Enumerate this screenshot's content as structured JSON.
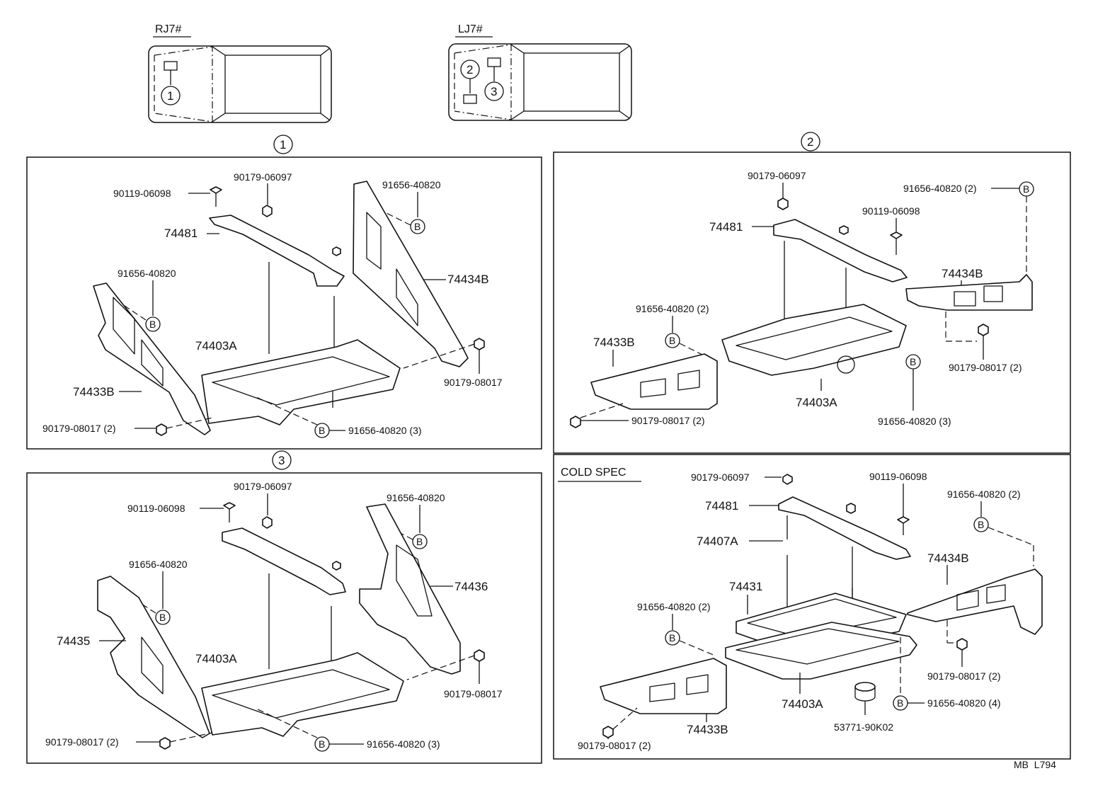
{
  "overview": {
    "rj_label": "RJ7#",
    "lj_label": "LJ7#",
    "rj_marker": "1",
    "lj_marker_a": "2",
    "lj_marker_b": "3"
  },
  "sections": {
    "s1": {
      "badge": "1",
      "labels": {
        "bolt": "90119-06098",
        "nut_top": "90179-06097",
        "clip_top": "91656-40820",
        "bracket": "74481",
        "clip_left": "91656-40820",
        "brace_right": "74434B",
        "tray": "74403A",
        "nut_right": "90179-08017",
        "brace_left": "74433B",
        "nut_bottom": "90179-08017 (2)",
        "clip_bottom": "91656-40820 (3)"
      }
    },
    "s2": {
      "badge": "2",
      "labels": {
        "nut_top": "90179-06097",
        "clip_top": "91656-40820 (2)",
        "bolt": "90119-06098",
        "bracket": "74481",
        "brace_right": "74434B",
        "clip_left": "91656-40820 (2)",
        "brace_left": "74433B",
        "nut_right": "90179-08017 (2)",
        "tray": "74403A",
        "clip_bottom": "91656-40820 (3)",
        "nut_bottom": "90179-08017 (2)"
      }
    },
    "s3": {
      "badge": "3",
      "labels": {
        "nut_top": "90179-06097",
        "bolt": "90119-06098",
        "clip_top": "91656-40820",
        "clip_left": "91656-40820",
        "brace_right": "74436",
        "brace_left": "74435",
        "tray": "74403A",
        "nut_right": "90179-08017",
        "nut_bottom": "90179-08017 (2)",
        "clip_bottom": "91656-40820 (3)"
      }
    },
    "cold": {
      "title": "COLD SPEC",
      "labels": {
        "nut_top": "90179-06097",
        "bolt": "90119-06098",
        "bracket": "74481",
        "clip_top": "91656-40820 (2)",
        "rod": "74407A",
        "brace_right": "74434B",
        "insulator": "74431",
        "clip_left": "91656-40820 (2)",
        "nut_right": "90179-08017 (2)",
        "tray": "74403A",
        "clip_bottom": "91656-40820 (4)",
        "brace_left": "74433B",
        "cushion": "53771-90K02",
        "nut_bottom": "90179-08017 (2)"
      }
    }
  },
  "clip_marker": "B",
  "footer": "MB  L794"
}
